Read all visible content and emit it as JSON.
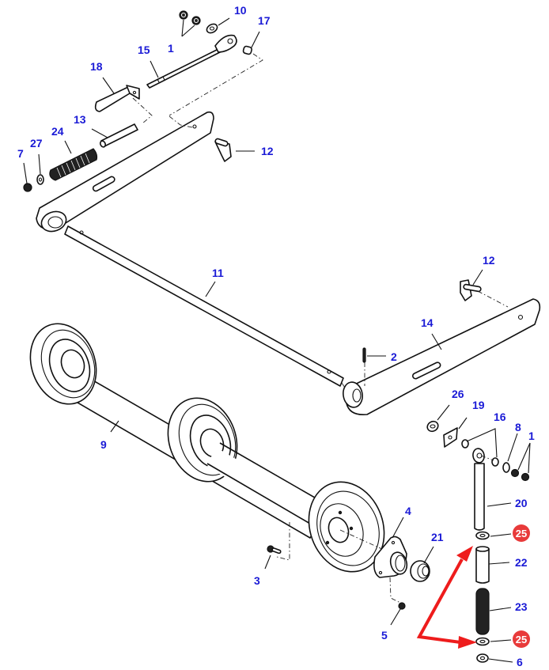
{
  "diagram": {
    "type": "exploded-parts-diagram",
    "colors": {
      "label": "#1a1ad6",
      "highlight_badge": "#e83a3a",
      "arrow": "#ee1c1c",
      "line": "#111111"
    },
    "callouts": [
      {
        "id": "c10",
        "text": "10"
      },
      {
        "id": "c17",
        "text": "17"
      },
      {
        "id": "c1a",
        "text": "1"
      },
      {
        "id": "c15",
        "text": "15"
      },
      {
        "id": "c18",
        "text": "18"
      },
      {
        "id": "c13",
        "text": "13"
      },
      {
        "id": "c24",
        "text": "24"
      },
      {
        "id": "c27",
        "text": "27"
      },
      {
        "id": "c7",
        "text": "7"
      },
      {
        "id": "c12a",
        "text": "12"
      },
      {
        "id": "c11",
        "text": "11"
      },
      {
        "id": "c12b",
        "text": "12"
      },
      {
        "id": "c14",
        "text": "14"
      },
      {
        "id": "c2",
        "text": "2"
      },
      {
        "id": "c26",
        "text": "26"
      },
      {
        "id": "c19",
        "text": "19"
      },
      {
        "id": "c16",
        "text": "16"
      },
      {
        "id": "c8",
        "text": "8"
      },
      {
        "id": "c1b",
        "text": "1"
      },
      {
        "id": "c9",
        "text": "9"
      },
      {
        "id": "c20",
        "text": "20"
      },
      {
        "id": "c4",
        "text": "4"
      },
      {
        "id": "c21",
        "text": "21"
      },
      {
        "id": "c22",
        "text": "22"
      },
      {
        "id": "c23",
        "text": "23"
      },
      {
        "id": "c3",
        "text": "3"
      },
      {
        "id": "c5",
        "text": "5"
      },
      {
        "id": "c6",
        "text": "6"
      }
    ],
    "highlighted_callouts": [
      {
        "id": "h25a",
        "text": "25"
      },
      {
        "id": "h25b",
        "text": "25"
      }
    ],
    "annotation": "red-arrow-pointing-to-both-part-25-washers"
  }
}
